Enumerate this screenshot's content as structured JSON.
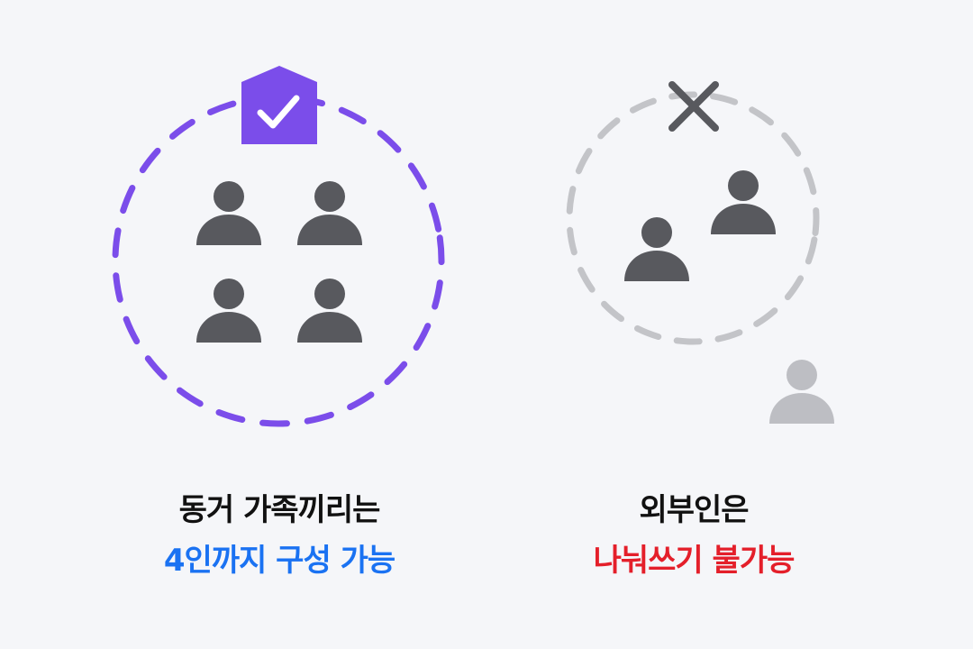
{
  "colors": {
    "background": "#f5f6f9",
    "accent_purple": "#7b4dea",
    "person_dark": "#58595e",
    "person_light": "#bdbec3",
    "dashed_gray": "#c3c4c8",
    "headline_dark": "#111111",
    "highlight_blue": "#1a72f2",
    "highlight_red": "#e41f2a"
  },
  "icons": {
    "badge": "shield-check-icon",
    "reject": "close-x-icon",
    "member": "person-icon"
  },
  "left_panel": {
    "line1": "동거 가족끼리는",
    "line2": "4인까지 구성 가능"
  },
  "right_panel": {
    "line1": "외부인은",
    "line2": "나눠쓰기 불가능"
  }
}
